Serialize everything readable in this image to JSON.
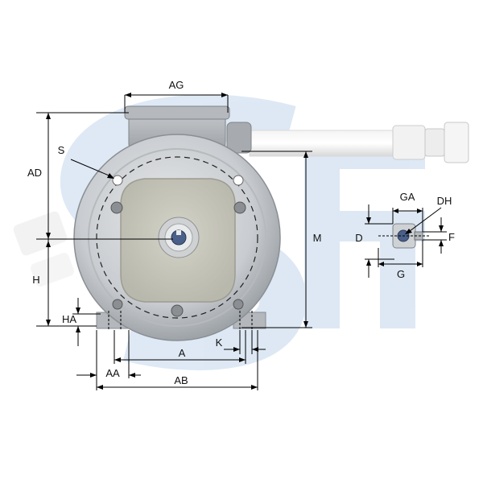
{
  "colors": {
    "watermark": "#c3d7ec",
    "housing_light": "#d6d8da",
    "housing_mid": "#aeb2b6",
    "housing_dark": "#7e8388",
    "dimension_line": "#000000",
    "shaft_blue": "#4a5f8a"
  },
  "watermark": {
    "letters": "SF",
    "icon": "sf-watermark-logo"
  },
  "labels": {
    "AG": "AG",
    "S": "S",
    "AD": "AD",
    "H": "H",
    "HA": "HA",
    "M": "M",
    "A": "A",
    "K": "K",
    "AA": "AA",
    "AB": "AB",
    "GA": "GA",
    "DH": "DH",
    "D": "D",
    "F": "F",
    "G": "G"
  }
}
